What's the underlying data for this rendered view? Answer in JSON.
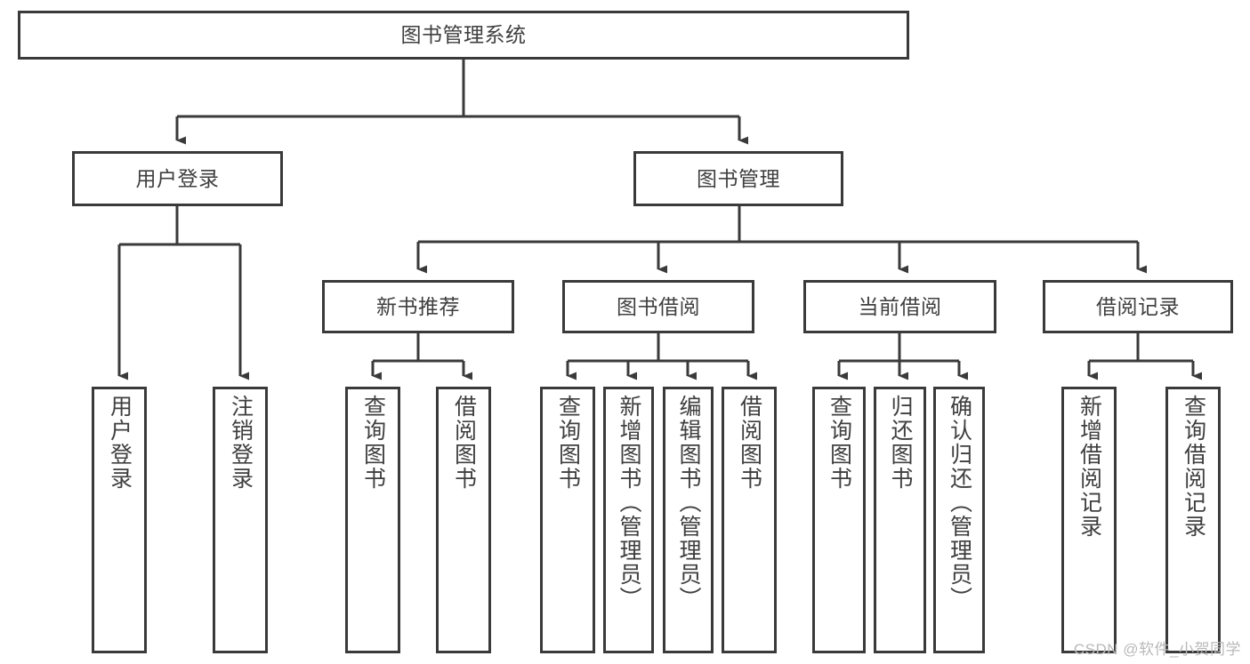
{
  "diagram": {
    "title": "图书管理系统",
    "type": "tree-hierarchy-diagram",
    "watermark": "CSDN @软件_小贺同学",
    "colors": {
      "box_border": "#3a3a3a",
      "box_fill": "#ffffff",
      "connector": "#3a3a3a",
      "text": "#3f3f3f",
      "watermark": "#b9b9b9",
      "background": "#ffffff"
    },
    "root": {
      "label": "图书管理系统"
    },
    "level2": [
      {
        "label": "用户登录"
      },
      {
        "label": "图书管理"
      }
    ],
    "level3": [
      {
        "label": "新书推荐"
      },
      {
        "label": "图书借阅"
      },
      {
        "label": "当前借阅"
      },
      {
        "label": "借阅记录"
      }
    ],
    "leaves": {
      "user_login": [
        {
          "label": "用户登录"
        },
        {
          "label": "注销登录"
        }
      ],
      "new_book": [
        {
          "label": "查询图书"
        },
        {
          "label": "借阅图书"
        }
      ],
      "book_borrow": [
        {
          "label": "查询图书"
        },
        {
          "label": "新增图书（管理员）"
        },
        {
          "label": "编辑图书（管理员）"
        },
        {
          "label": "借阅图书"
        }
      ],
      "current_borrow": [
        {
          "label": "查询图书"
        },
        {
          "label": "归还图书"
        },
        {
          "label": "确认归还（管理员）"
        }
      ],
      "borrow_record": [
        {
          "label": "新增借阅记录"
        },
        {
          "label": "查询借阅记录"
        }
      ]
    }
  }
}
